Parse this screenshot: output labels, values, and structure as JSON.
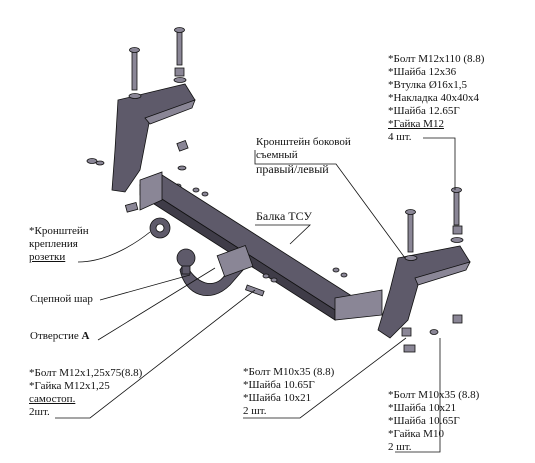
{
  "labels": {
    "socket_bracket": [
      "*Кронштейн",
      "крепления",
      "розетки"
    ],
    "ball": "Сцепной шар",
    "hole_prefix": "Отверстие ",
    "hole_letter": "A",
    "side_bracket": [
      "Кронштейн боковой",
      "съемный",
      "правый/левый"
    ],
    "beam": "Балка ТСУ"
  },
  "parts_top_right": [
    "*Болт М12х110 (8.8)",
    "*Шайба 12х36",
    "*Втулка Ø16х1,5",
    "*Накладка 40х40х4",
    "*Шайба 12.65Г",
    "*Гайка М12",
    "4 шт."
  ],
  "parts_bottom_left": [
    "*Болт М12х1,25х75(8.8)",
    "*Гайка М12х1,25",
    "самостоп.",
    "2шт."
  ],
  "parts_bottom_center": [
    "*Болт М10х35 (8.8)",
    "*Шайба 10.65Г",
    "*Шайба 10х21",
    "2 шт."
  ],
  "parts_bottom_right": [
    "*Болт М10х35 (8.8)",
    "*Шайба 10х21",
    "*Шайба 10.65Г",
    "*Гайка М10",
    "2 шт."
  ],
  "colors": {
    "ink": "#111111",
    "part_fill": "#5e5a6a",
    "part_light": "#8a8696",
    "background": "#ffffff"
  }
}
